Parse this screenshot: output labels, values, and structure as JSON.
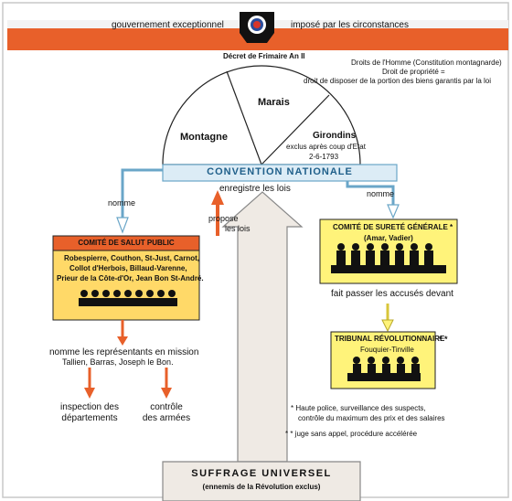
{
  "header": {
    "left_text": "gouvernement exceptionnel",
    "right_text": "imposé par les circonstances",
    "decree": "Décret de Frimaire An II"
  },
  "rights": {
    "line1": "Droits de l'Homme (Constitution montagnarde)",
    "line2": "Droit de propriété =",
    "line3": "droit de disposer de la portion des biens garantis par la loi"
  },
  "convention": {
    "montagne": "Montagne",
    "marais": "Marais",
    "girondins": "Girondins",
    "girondins_note1": "exclus après coup d'Etat",
    "girondins_note2": "2-6-1793",
    "bar_label": "CONVENTION NATIONALE",
    "registers": "enregistre les lois"
  },
  "salut_public": {
    "title": "COMITÉ DE SALUT PUBLIC",
    "members": [
      "Robespierre, Couthon, St-Just, Carnot,",
      "Collot d'Herbois, Billaud-Varenne,",
      "Prieur de la Côte-d'Or, Jean Bon St-André."
    ],
    "nomme": "nomme",
    "propose": "propose",
    "les_lois": "les lois"
  },
  "surete": {
    "title": "COMITÉ DE SURETÉ GÉNÉRALE *",
    "members": "(Amar, Vadier)",
    "nomme": "nomme",
    "passes": "fait passer les accusés devant"
  },
  "tribunal": {
    "title": "TRIBUNAL RÉVOLUTIONNAIRE",
    "stars": "* *",
    "member": "Fouquier-Tinville"
  },
  "representants": {
    "line1": "nomme les représentants en mission",
    "line2": "Tallien, Barras, Joseph le Bon.",
    "inspection1": "inspection des",
    "inspection2": "départements",
    "controle1": "contrôle",
    "controle2": "des armées"
  },
  "notes": {
    "note1_line1": "*  Haute police, surveillance des suspects,",
    "note1_line2": "contrôle du maximum des prix et des salaires",
    "note2": "* *  juge sans appel, procédure accélérée"
  },
  "suffrage": {
    "title": "SUFFRAGE UNIVERSEL",
    "subtitle": "(ennemis de la Révolution exclus)"
  },
  "colors": {
    "orange": "#e8602a",
    "yellow": "#fff37a",
    "convention_blue": "#dcecf6",
    "arrow_grey": "#efeae4"
  }
}
